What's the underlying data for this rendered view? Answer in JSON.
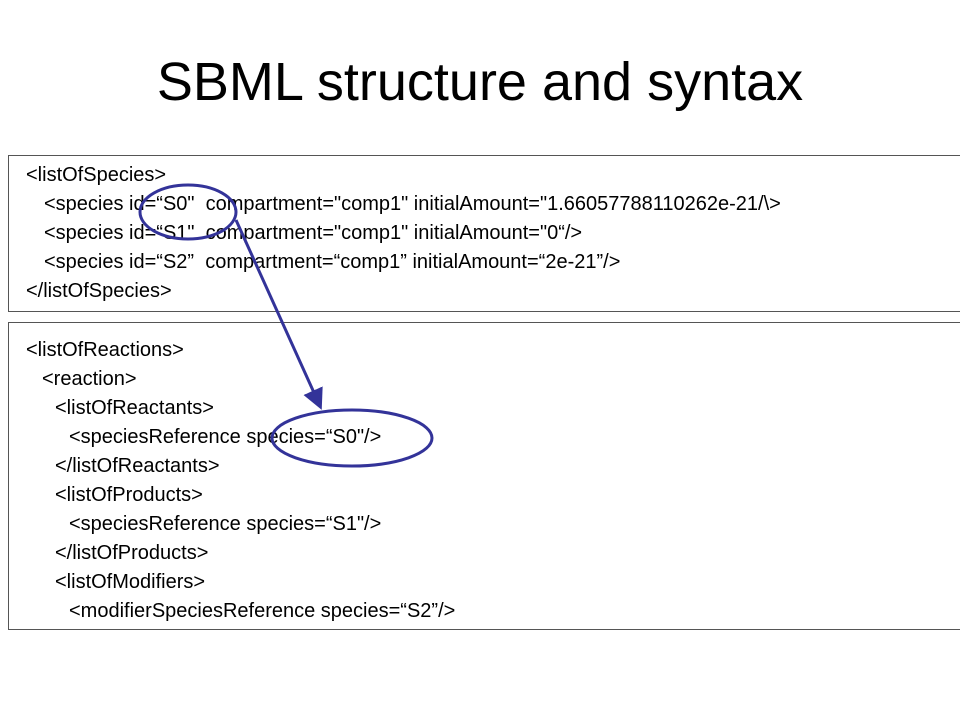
{
  "slide": {
    "title": "SBML structure and syntax"
  },
  "species_block": {
    "lines": [
      "<listOfSpecies>",
      "<species id=“S0\"  compartment=\"comp1\" initialAmount=\"1.66057788110262e-21/\\>",
      "<species id=“S1\"  compartment=\"comp1\" initialAmount=\"0“/>",
      "<species id=“S2”  compartment=“comp1” initialAmount=“2e-21”/>",
      "</listOfSpecies>"
    ]
  },
  "reactions_block": {
    "lines": [
      "<listOfReactions>",
      "<reaction>",
      "<listOfReactants>",
      "<speciesReference species=“S0\"/>",
      "</listOfReactants>",
      "<listOfProducts>",
      "<speciesReference species=“S1\"/>",
      "</listOfProducts>",
      "<listOfModifiers>",
      "<modifierSpeciesReference species=“S2”/>"
    ]
  },
  "annotation": {
    "color": "#333399"
  }
}
